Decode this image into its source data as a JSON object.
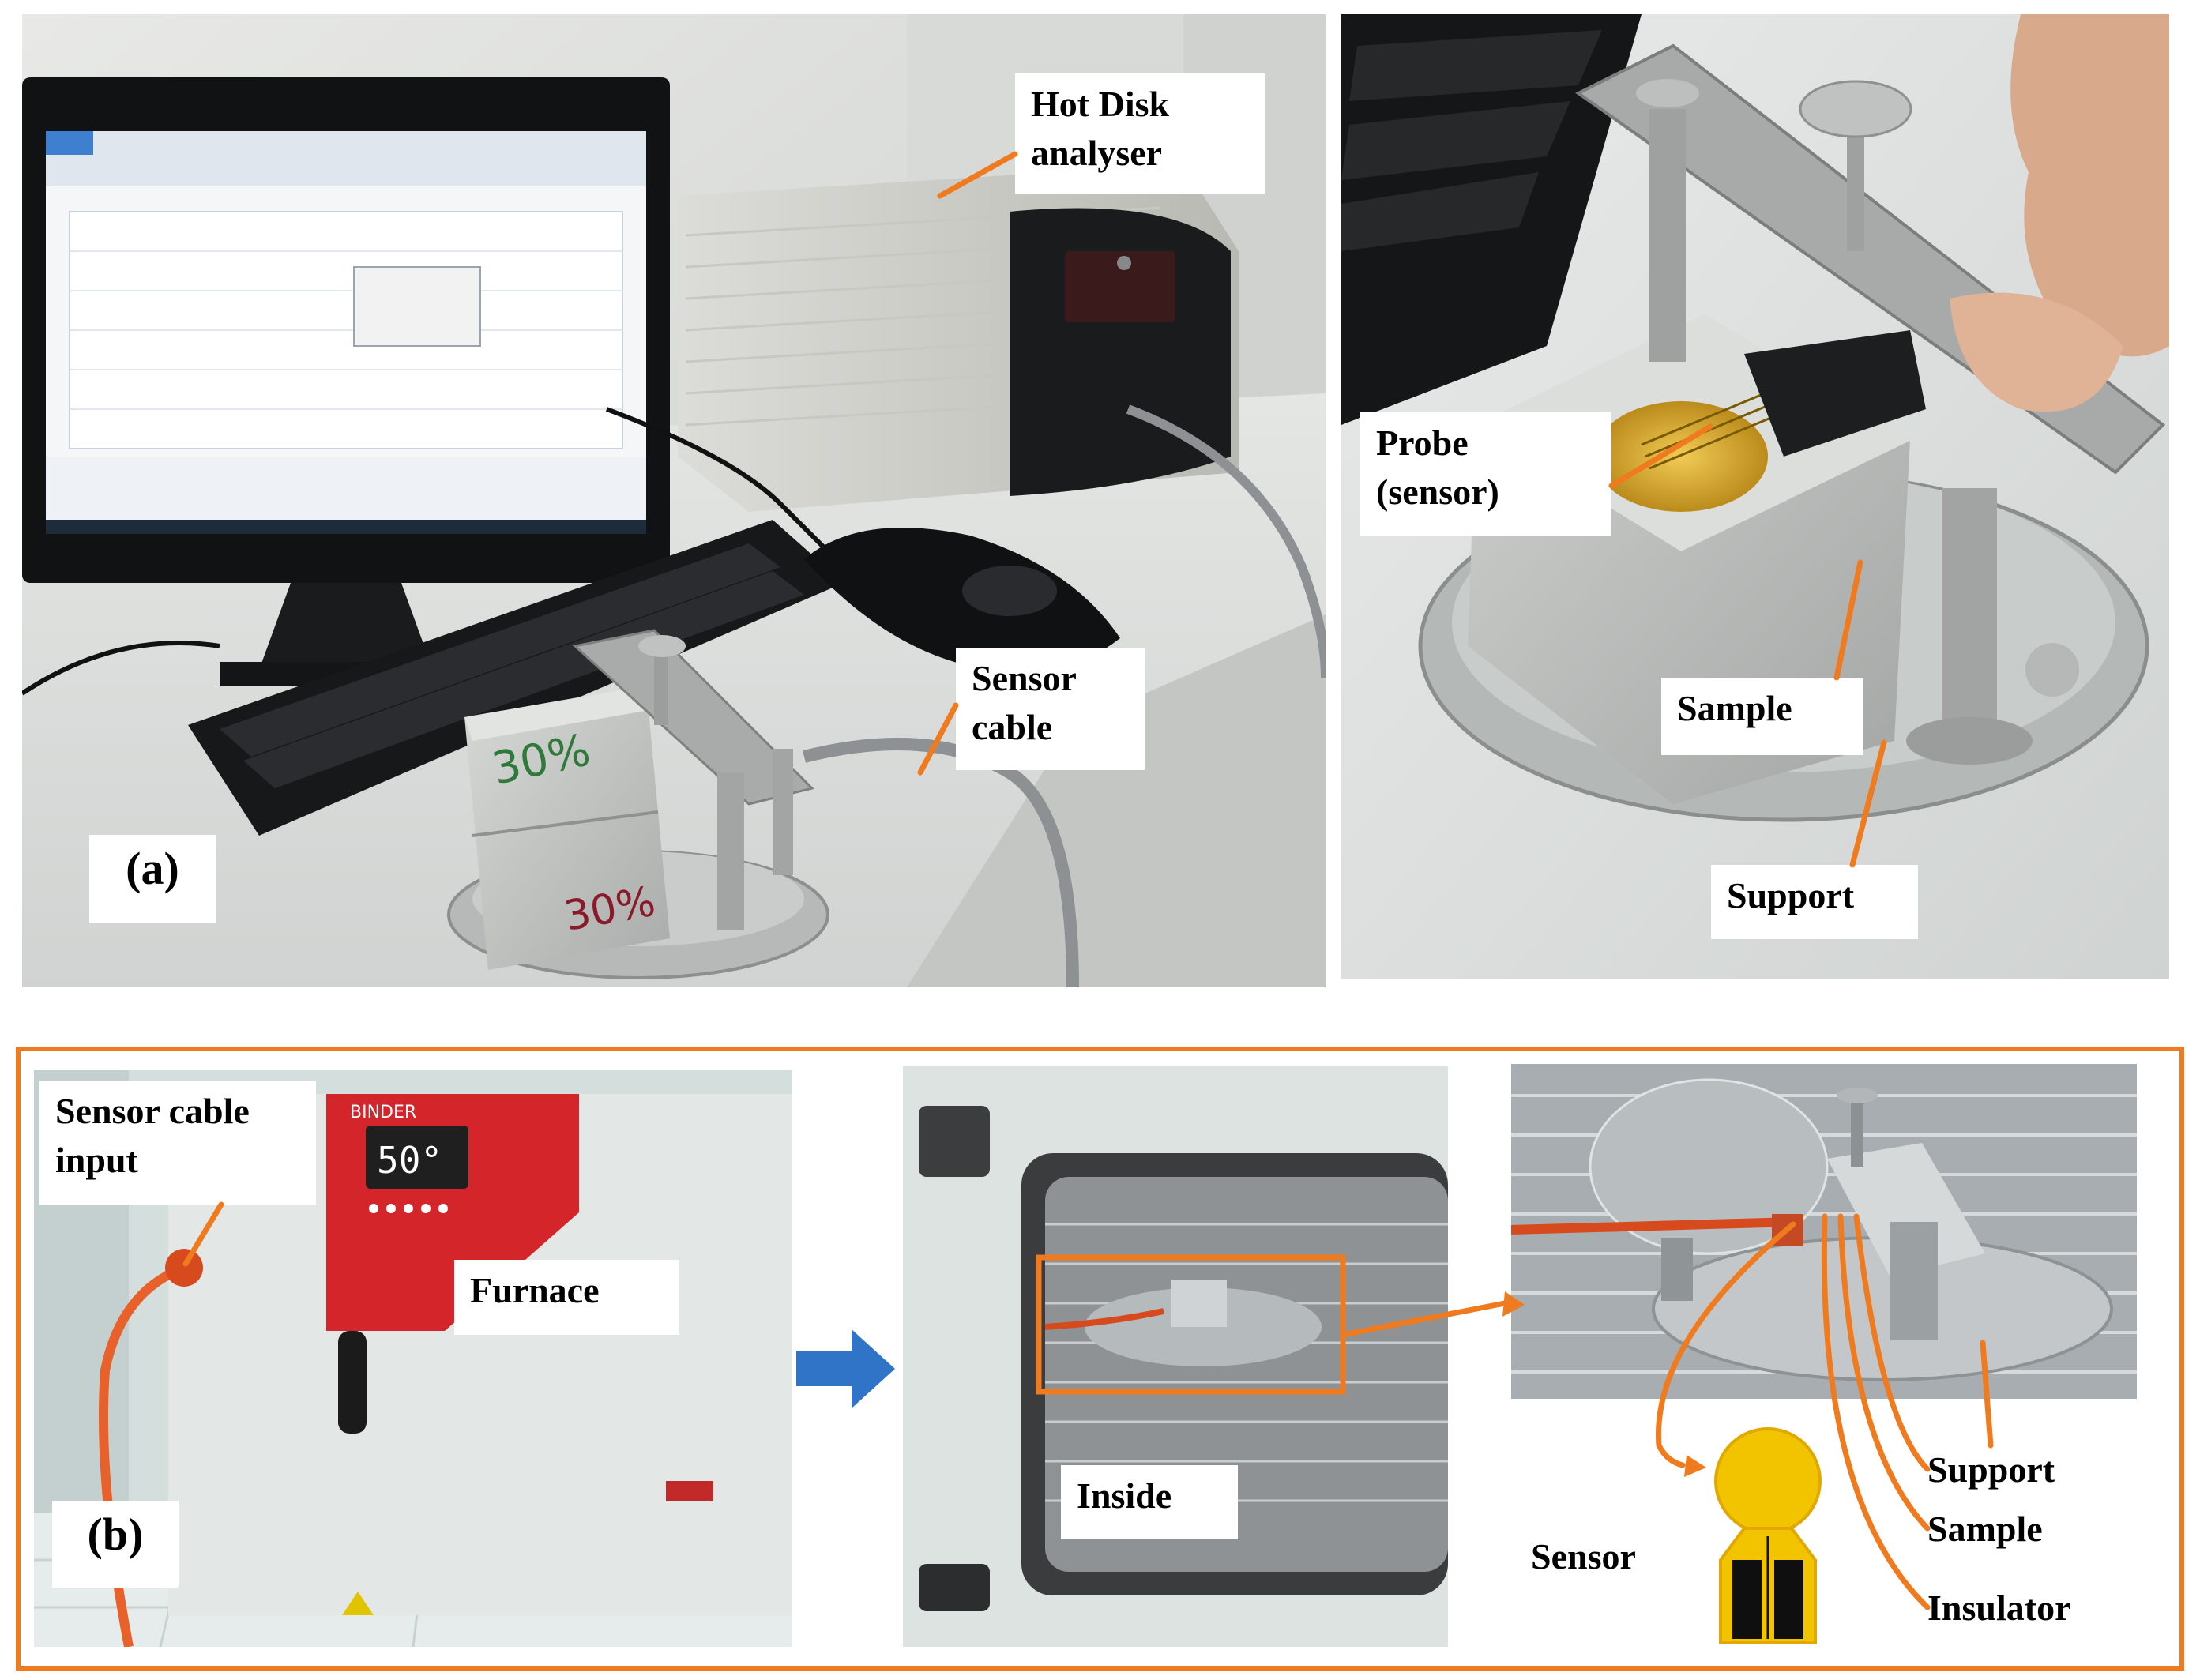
{
  "panel_a": {
    "tag": "(a)",
    "labels": {
      "hot_disk": "Hot Disk\nanalyser",
      "sensor_cable": "Sensor\ncable",
      "probe": "Probe\n(sensor)",
      "sample": "Sample",
      "support": "Support"
    },
    "sample_markings": [
      "30%",
      "30%"
    ]
  },
  "panel_b": {
    "tag": "(b)",
    "labels": {
      "cable_input": "Sensor cable\ninput",
      "furnace": "Furnace",
      "inside": "Inside",
      "support": "Support",
      "sample": "Sample",
      "insulator": "Insulator",
      "sensor": "Sensor"
    },
    "oven_display": "50°",
    "oven_brand": "BINDER"
  },
  "colors": {
    "accent_orange": "#f07a1e",
    "arrow_blue": "#2f74c6",
    "sensor_yellow": "#f2c400"
  }
}
